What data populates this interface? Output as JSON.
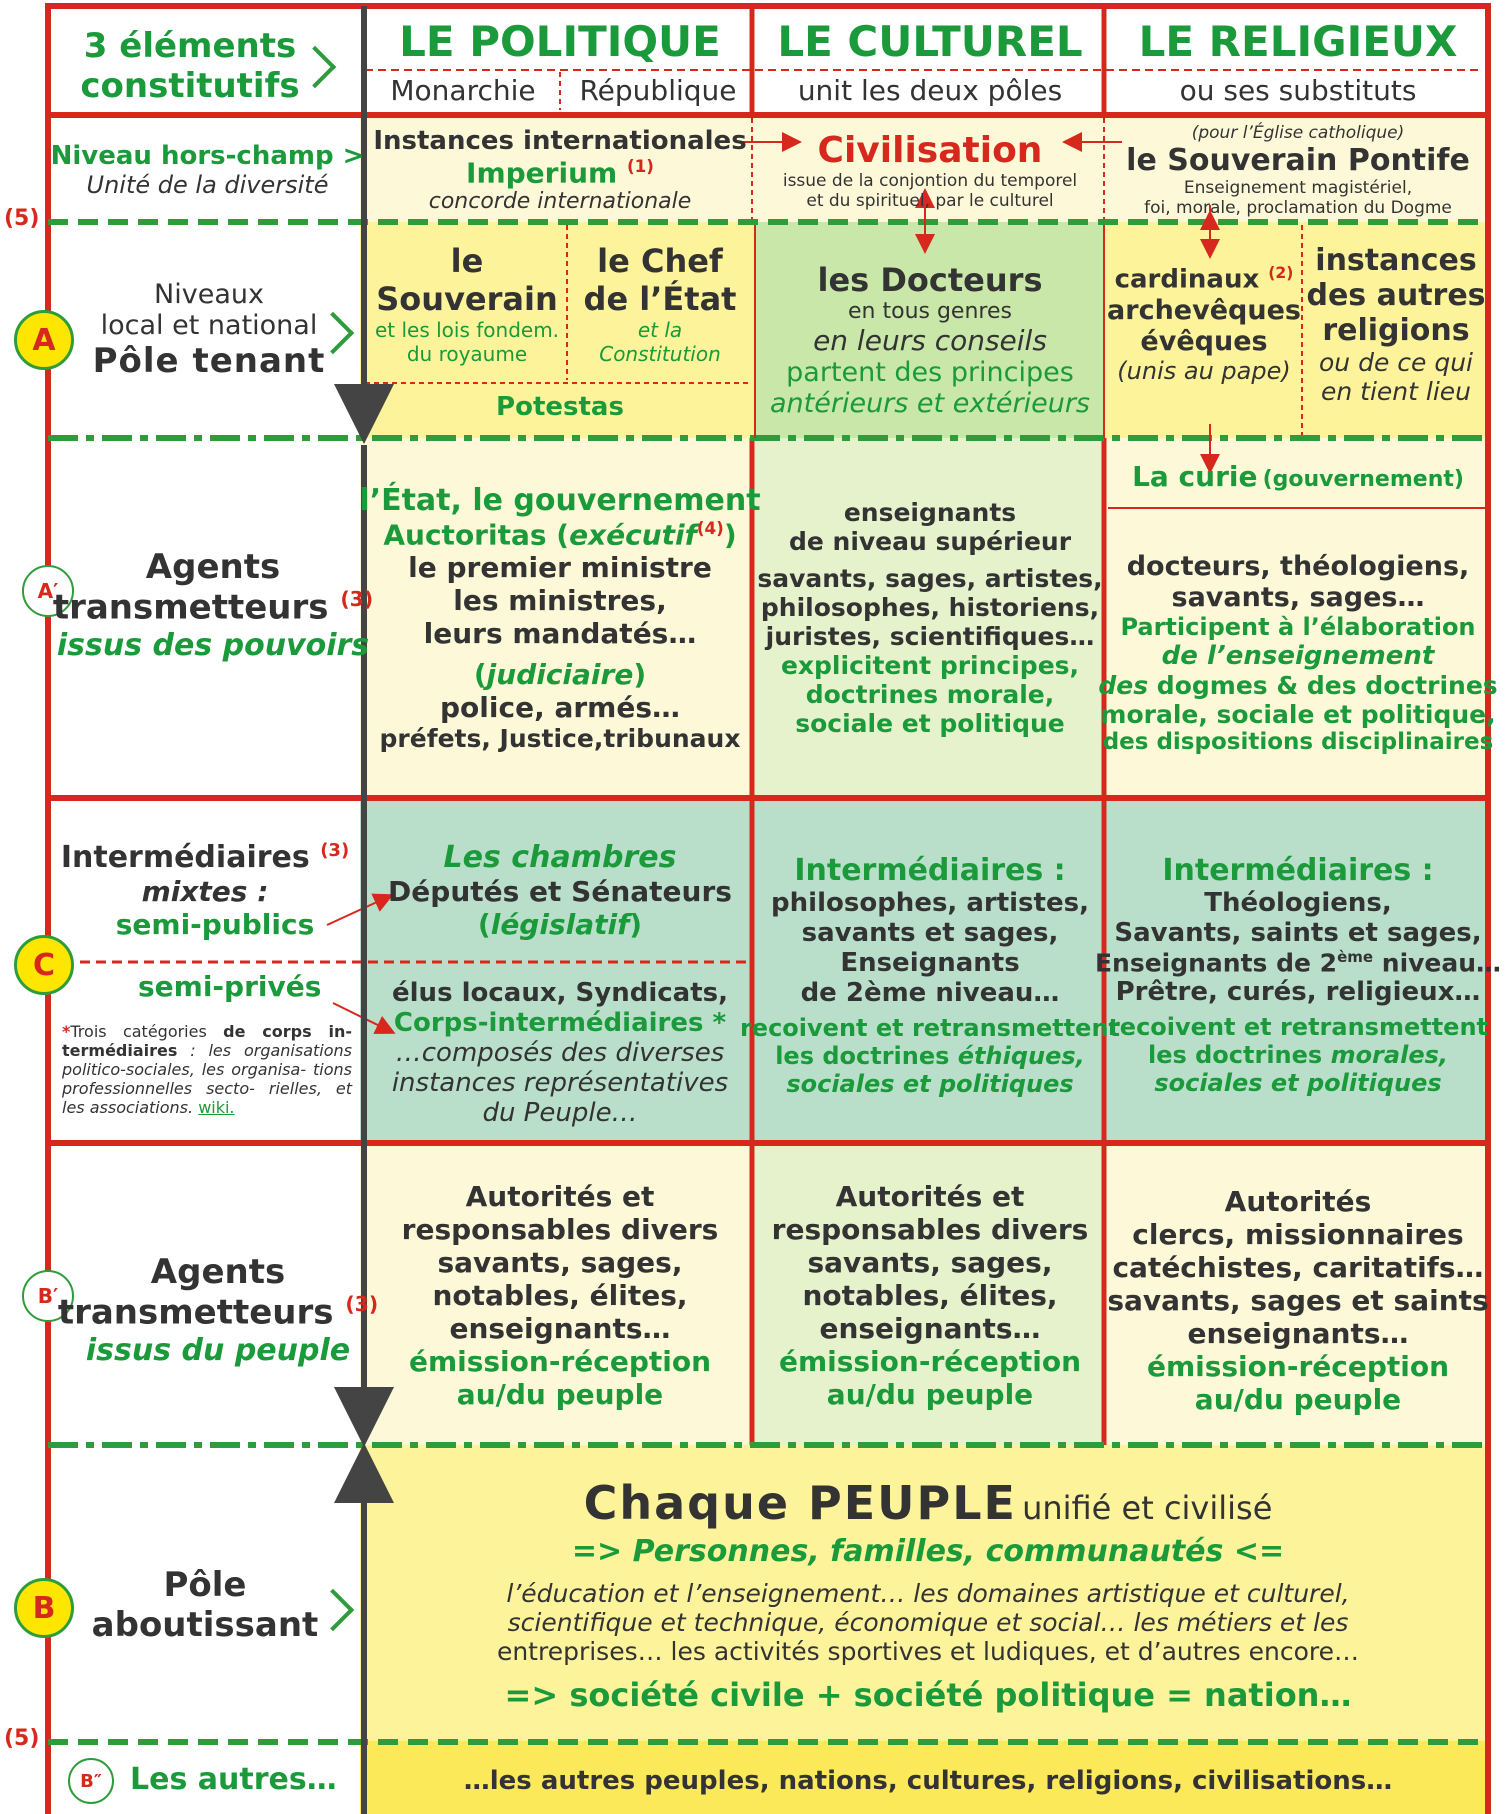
{
  "header": {
    "elements_label": [
      "3 éléments",
      "constitutifs"
    ],
    "politique": {
      "title": "LE POLITIQUE",
      "sub1": "Monarchie",
      "sub2": "République"
    },
    "culturel": {
      "title": "LE CULTUREL",
      "sub": "unit les deux pôles"
    },
    "religieux": {
      "title": "LE RELIGIEUX",
      "sub": "ou ses substituts"
    }
  },
  "markers": {
    "five_top": "(5)",
    "five_bottom": "(5)"
  },
  "row_hors_champ": {
    "left": {
      "title": "Niveau hors-champ >",
      "sub": "Unité de la diversité"
    },
    "pol": {
      "l1": "Instances internationales",
      "l2": "Imperium",
      "note": "(1)",
      "l3": "concorde internationale"
    },
    "cul": {
      "title": "Civilisation",
      "l1": "issue de la conjontion du temporel",
      "l2": "et du spirituel, par le culturel"
    },
    "rel": {
      "pre": "(pour l’Église catholique)",
      "title": "le Souverain Pontife",
      "l1": "Enseignement magistériel,",
      "l2": "foi, morale, proclamation du Dogme"
    }
  },
  "row_a": {
    "badge": "A",
    "left": {
      "l1": "Niveaux",
      "l2": "local et national",
      "l3": "Pôle tenant"
    },
    "souverain": {
      "l1": "le",
      "l2": "Souverain",
      "l3": "et les lois fondem.",
      "l4": "du royaume"
    },
    "chef": {
      "l1": "le Chef",
      "l2": "de l’État",
      "l3": "et la",
      "l4": "Constitution"
    },
    "potestas": "Potestas",
    "docteurs": {
      "l1": "les Docteurs",
      "l2": "en tous genres",
      "l3": "en leurs conseils",
      "l4": "partent des principes",
      "l5": "antérieurs et extérieurs"
    },
    "cardinaux": {
      "l1": "cardinaux",
      "note": "(2)",
      "l2": "archevêques",
      "l3": "évêques",
      "l4": "(unis au pape)"
    },
    "autres": {
      "l1": "instances",
      "l2": "des autres",
      "l3": "religions",
      "l4": "ou de ce qui",
      "l5": "en tient lieu"
    }
  },
  "row_a_prime": {
    "badge": "A′",
    "left": {
      "l1": "Agents",
      "l2": "transmetteurs",
      "note": "(3)",
      "l3": "issus des pouvoirs"
    },
    "pol": {
      "l1": "l’État, le gouvernement",
      "l2a": "Auctoritas (",
      "l2b": "exécutif",
      "l2note": "(4)",
      "l2c": ")",
      "l3": "le premier ministre",
      "l4": "les ministres,",
      "l5": "leurs mandatés…",
      "l6a": "(",
      "l6b": "judiciaire",
      "l6c": ")",
      "l7": "police, armés…",
      "l8": "préfets, Justice,tribunaux"
    },
    "cul": {
      "l1": "enseignants",
      "l2": "de niveau supérieur",
      "l3": "savants, sages, artistes,",
      "l4": "philosophes, historiens,",
      "l5": "juristes, scientifiques…",
      "l6": "explicitent principes,",
      "l7": "doctrines morale,",
      "l8": "sociale et politique"
    },
    "rel": {
      "curie_a": "La curie",
      "curie_b": "(gouvernement)",
      "l1": "docteurs, théologiens,",
      "l2": "savants, sages…",
      "l3": "Participent à l’élaboration",
      "l4": "de l’enseignement",
      "l5a": "des",
      "l5b": "dogmes & des doctrines",
      "l6": "morale, sociale et politique,",
      "l7": "des dispositions disciplinaires"
    }
  },
  "row_c": {
    "badge": "C",
    "left": {
      "l1": "Intermédiaires",
      "note": "(3)",
      "l2": "mixtes :",
      "l3": "semi-publics",
      "l4": "semi-privés",
      "fn_star": "*",
      "fn1": "Trois catégories",
      "fn2": "de corps in-",
      "fn3": "termédiaires",
      "fn4": " : les organisations",
      "fn5": "politico-sociales, les organisa-",
      "fn6": "tions professionnelles secto-",
      "fn7": "rielles, et les associations.",
      "fn_link": "wiki."
    },
    "pol": {
      "l1": "Les chambres",
      "l2": "Députés et Sénateurs",
      "l3a": "(",
      "l3b": "législatif",
      "l3c": ")",
      "l4": "élus locaux, Syndicats,",
      "l5": "Corps-intermédiaires *",
      "l6": "…composés des diverses",
      "l7": "instances représentatives",
      "l8": "du Peuple…"
    },
    "cul": {
      "l1": "Intermédiaires :",
      "l2": "philosophes, artistes,",
      "l3": "savants et sages,",
      "l4": "Enseignants",
      "l5": "de 2ème niveau…",
      "l6": "recoivent et retransmettent",
      "l7a": "les doctrines ",
      "l7b": "éthiques,",
      "l8": "sociales et politiques"
    },
    "rel": {
      "l1": "Intermédiaires :",
      "l2": "Théologiens,",
      "l3": "Savants, saints et sages,",
      "l4a": "Enseignants de 2",
      "l4sup": "ème",
      "l4b": " niveau…",
      "l5": "Prêtre, curés, religieux…",
      "l6": "recoivent et retransmettent",
      "l7a": "les doctrines ",
      "l7b": "morales,",
      "l8": "sociales et politiques"
    }
  },
  "row_b_prime": {
    "badge": "B′",
    "left": {
      "l1": "Agents",
      "l2": "transmetteurs",
      "note": "(3)",
      "l3": "issus du peuple"
    },
    "pol": {
      "l1": "Autorités et",
      "l2": "responsables divers",
      "l3": "savants, sages,",
      "l4": "notables, élites,",
      "l5": "enseignants…",
      "l6": "émission-réception",
      "l7": "au/du peuple"
    },
    "cul": {
      "l1": "Autorités et",
      "l2": "responsables divers",
      "l3": "savants, sages,",
      "l4": "notables, élites,",
      "l5": "enseignants…",
      "l6": "émission-réception",
      "l7": "au/du peuple"
    },
    "rel": {
      "l1": "Autorités",
      "l2": "clercs, missionnaires",
      "l3": "catéchistes, caritatifs…",
      "l4": "savants, sages et saints",
      "l5": "enseignants…",
      "l6": "émission-réception",
      "l7": "au/du peuple"
    }
  },
  "row_b": {
    "badge": "B",
    "left": {
      "l1": "Pôle",
      "l2": "aboutissant"
    },
    "title_a": "Chaque PEUPLE",
    "title_b": "unifié et civilisé",
    "l1": "=> Personnes, familles, communautés <=",
    "l2": "l’éducation et l’enseignement… les domaines artistique et culturel,",
    "l3": "scientifique et technique, économique et social… les métiers et les",
    "l4": "entreprises… les activités sportives et ludiques, et d’autres encore…",
    "l5": "=> société civile + société politique = nation…"
  },
  "row_b2": {
    "badge": "B″",
    "left": "Les autres…",
    "text": "…les autres peuples, nations, cultures, religions, civilisations…"
  }
}
